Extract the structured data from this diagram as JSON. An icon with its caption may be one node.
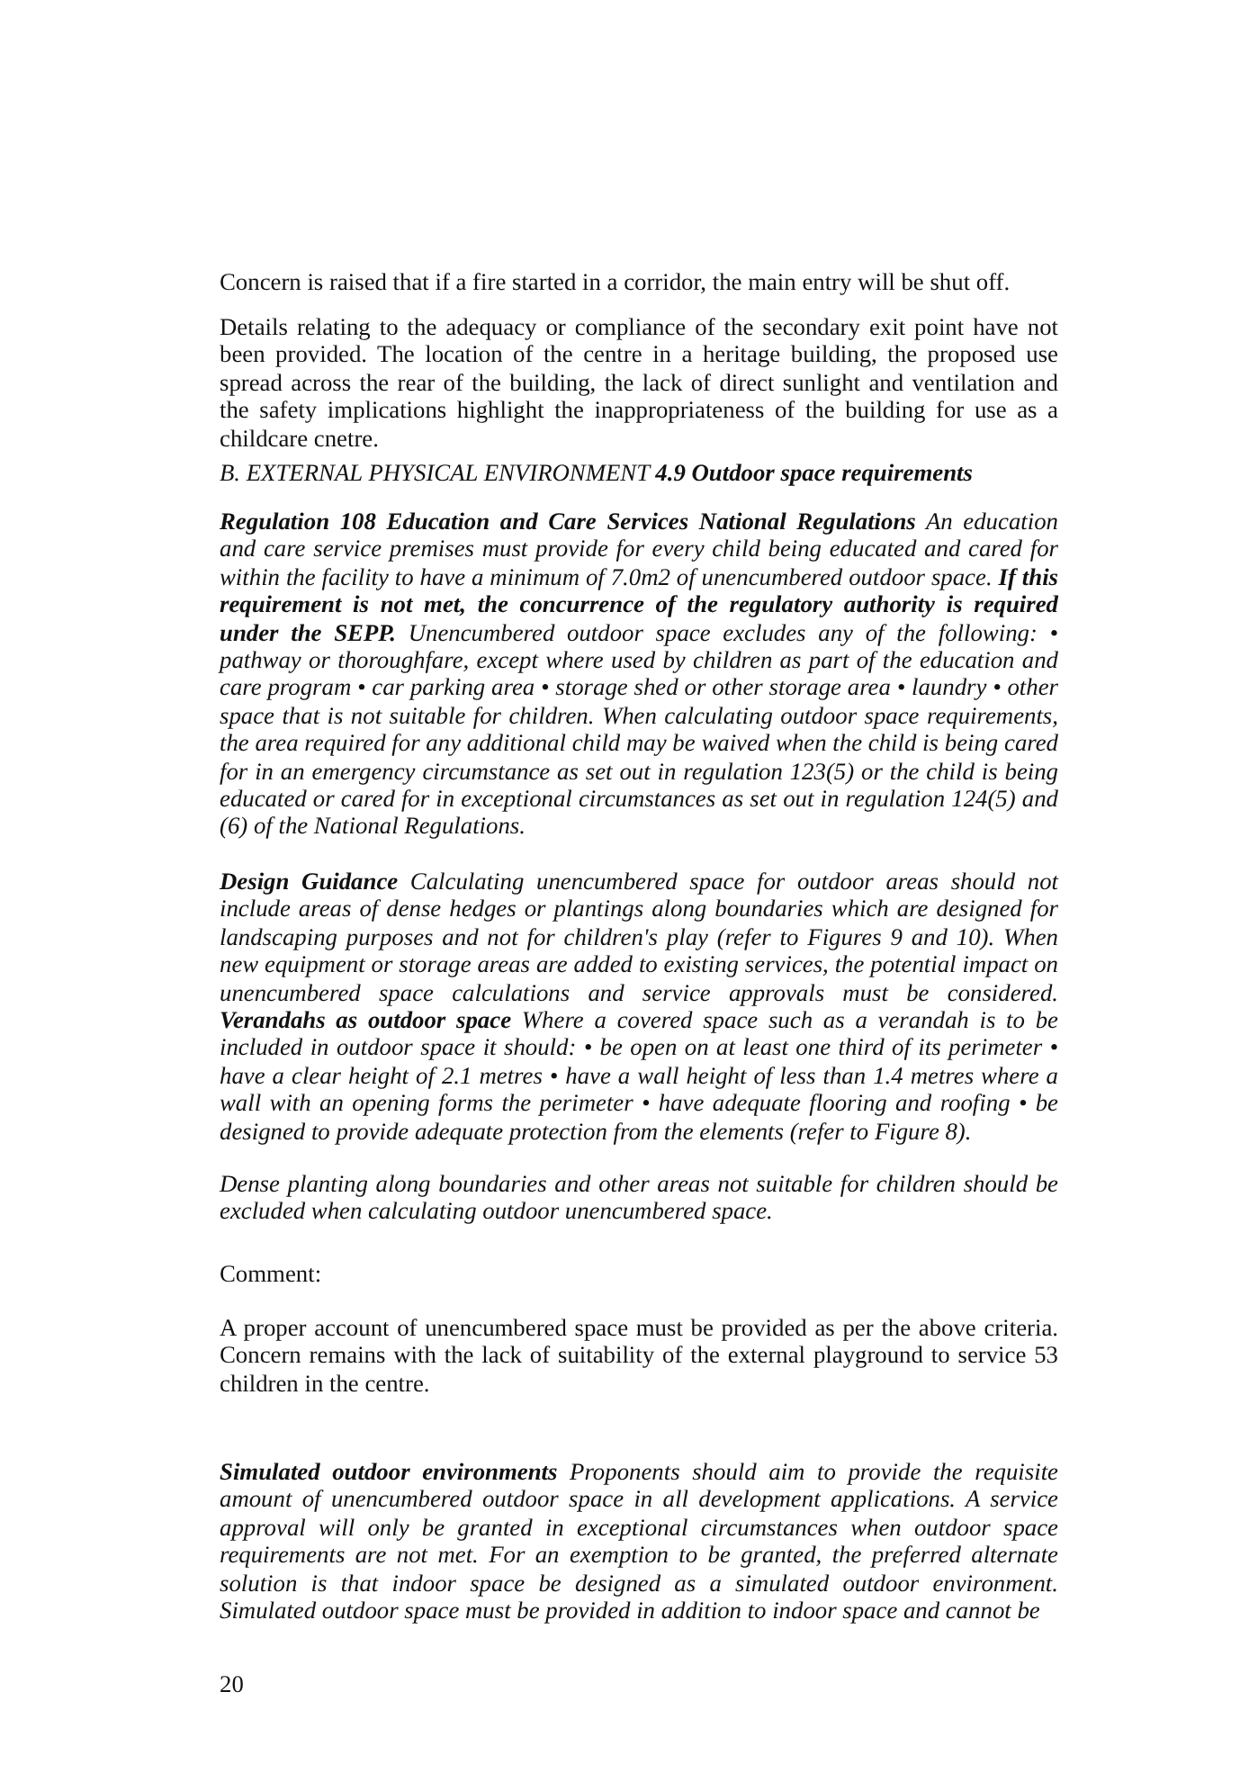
{
  "diagram": {
    "labels": [
      "Concern is raised that if a fire started in a corridor, the main entry will be shut off.",
      "Details relating to the adequacy or compliance of the secondary exit point have not been provided. The location of the centre in a heritage building, the proposed use spread across the rear of the building, the lack of direct sunlight and ventilation and the safety implications highlight the inappropriateness of the building for use as a childcare cnetre.",
      "B. EXTERNAL PHYSICAL ENVIRONMENT **4.9 Outdoor space requirements**",
      "**Regulation 108 Education and Care Services National Regulations** An education and care service premises must provide for every child being educated and cared for within the facility to have a minimum of 7.0m2 of unencumbered outdoor space. **If this requirement is not met, the concurrence of the regulatory authority is required under the SEPP.** Unencumbered outdoor space excludes any of the following: • pathway or thoroughfare, except where used by children as part of the education and care program • car parking area • storage shed or other storage area • laundry • other space that is not suitable for children. When calculating outdoor space requirements, the area required for any additional child may be waived when the child is being cared for in an emergency circumstance as set out in regulation 123(5) or the child is being educated or cared for in exceptional circumstances as set out in regulation 124(5) and (6) of the National Regulations.",
      "**Design Guidance** Calculating unencumbered space for outdoor areas should not include areas of dense hedges or plantings along boundaries which are designed for landscaping purposes and not for children's play (refer to Figures 9 and 10). When new equipment or storage areas are added to existing services, the potential impact on unencumbered space calculations and service approvals must be considered. **Verandahs as outdoor space** Where a covered space such as a verandah is to be included in outdoor space it should: • be open on at least one third of its perimeter • have a clear height of 2.1 metres • have a wall height of less than 1.4 metres where a wall with an opening forms the perimeter • have adequate flooring and roofing • be designed to provide adequate protection from the elements (refer to Figure 8).",
      "Dense planting along boundaries and other areas not suitable for children should be excluded when calculating outdoor unencumbered space.",
      "Comment:",
      "A proper account of unencumbered space must be provided as per the above criteria. Concern remains with the lack of suitability of the external playground to service 53 children in the centre.",
      "**Simulated outdoor environments** Proponents should aim to provide the requisite amount of unencumbered outdoor space in all development applications. A service approval will only be granted in exceptional circumstances when outdoor space requirements are not met. For an exemption to be granted, the preferred alternate solution is that indoor space be designed as a simulated outdoor environment. Simulated outdoor space must be provided in addition to indoor space and cannot be",
      "20"
    ]
  }
}
